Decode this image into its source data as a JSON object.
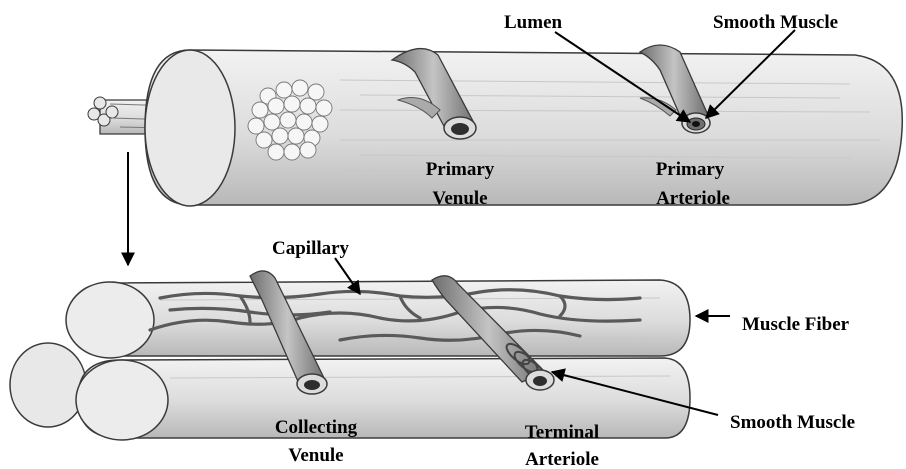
{
  "labels": {
    "lumen": "Lumen",
    "smooth_muscle_top": "Smooth Muscle",
    "primary_venule_1": "Primary",
    "primary_venule_2": "Venule",
    "primary_arteriole_1": "Primary",
    "primary_arteriole_2": "Arteriole",
    "capillary": "Capillary",
    "muscle_fiber": "Muscle Fiber",
    "collecting_venule_1": "Collecting",
    "collecting_venule_2": "Venule",
    "terminal_arteriole_1": "Terminal",
    "terminal_arteriole_2": "Arteriole",
    "smooth_muscle_bottom": "Smooth Muscle"
  },
  "colors": {
    "fiber_fill": "#e4e4e4",
    "fiber_shade": "#bdbdbd",
    "vessel_fill": "#9a9a9a",
    "vessel_dark": "#4a4a4a",
    "outline": "#3a3a3a"
  }
}
